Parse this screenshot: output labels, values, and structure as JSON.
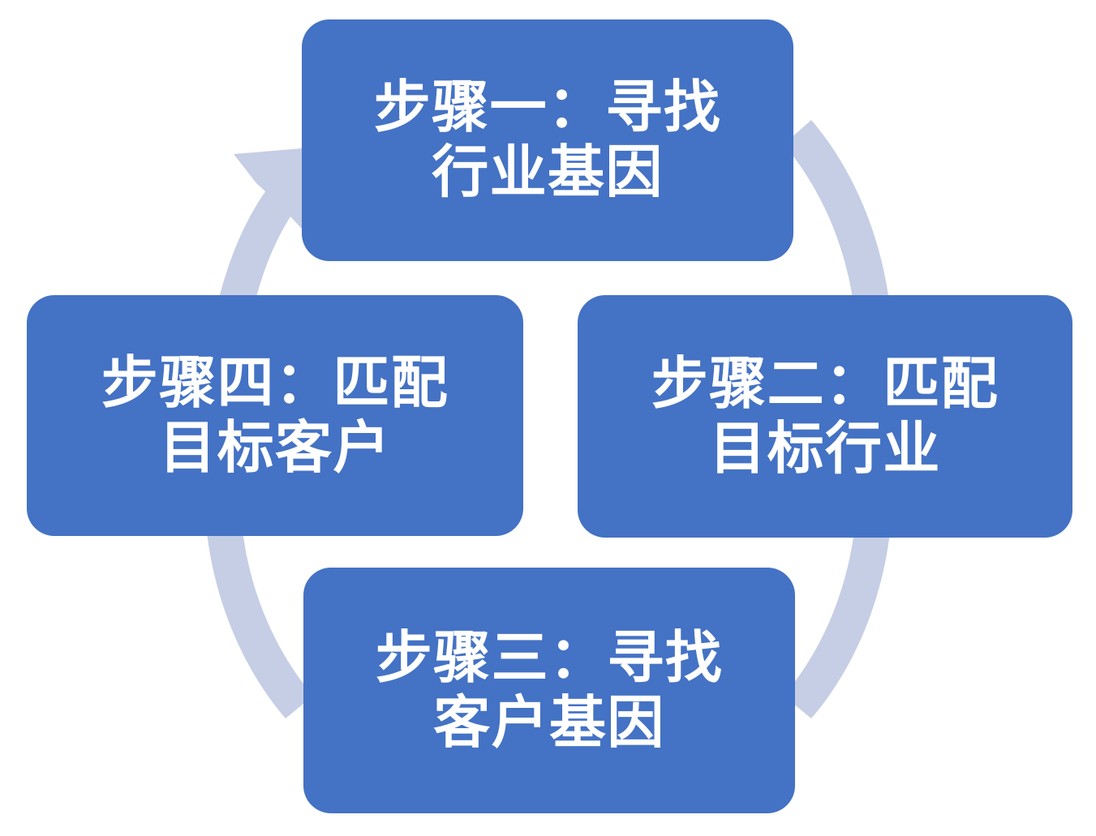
{
  "diagram": {
    "type": "cycle-process",
    "title": "",
    "background_color": "#ffffff",
    "box_color": "#4472c4",
    "arrow_color": "#c6cee5",
    "text_color": "#ffffff",
    "arrow_direction": "clockwise",
    "step_count": 4
  },
  "steps": [
    {
      "id": "step-1",
      "position": "top",
      "line1": "步骤一：寻找",
      "line2": "行业基因",
      "full_text": "步骤一：寻找行业基因"
    },
    {
      "id": "step-2",
      "position": "right",
      "line1": "步骤二：匹配",
      "line2": "目标行业",
      "full_text": "步骤二：匹配目标行业"
    },
    {
      "id": "step-3",
      "position": "bottom",
      "line1": "步骤三：寻找",
      "line2": "客户基因",
      "full_text": "步骤三：寻找客户基因"
    },
    {
      "id": "step-4",
      "position": "left",
      "line1": "步骤四：匹配",
      "line2": "目标客户",
      "full_text": "步骤四：匹配目标客户"
    }
  ],
  "arcs": [
    {
      "id": "arc-left-up",
      "from": "step-4",
      "to": "step-1",
      "has_arrowhead": true
    },
    {
      "id": "arc-top-right",
      "from": "step-1",
      "to": "step-2",
      "has_arrowhead": false
    },
    {
      "id": "arc-right-down",
      "from": "step-2",
      "to": "step-3",
      "has_arrowhead": false
    },
    {
      "id": "arc-bottom-left",
      "from": "step-3",
      "to": "step-4",
      "has_arrowhead": false
    }
  ]
}
